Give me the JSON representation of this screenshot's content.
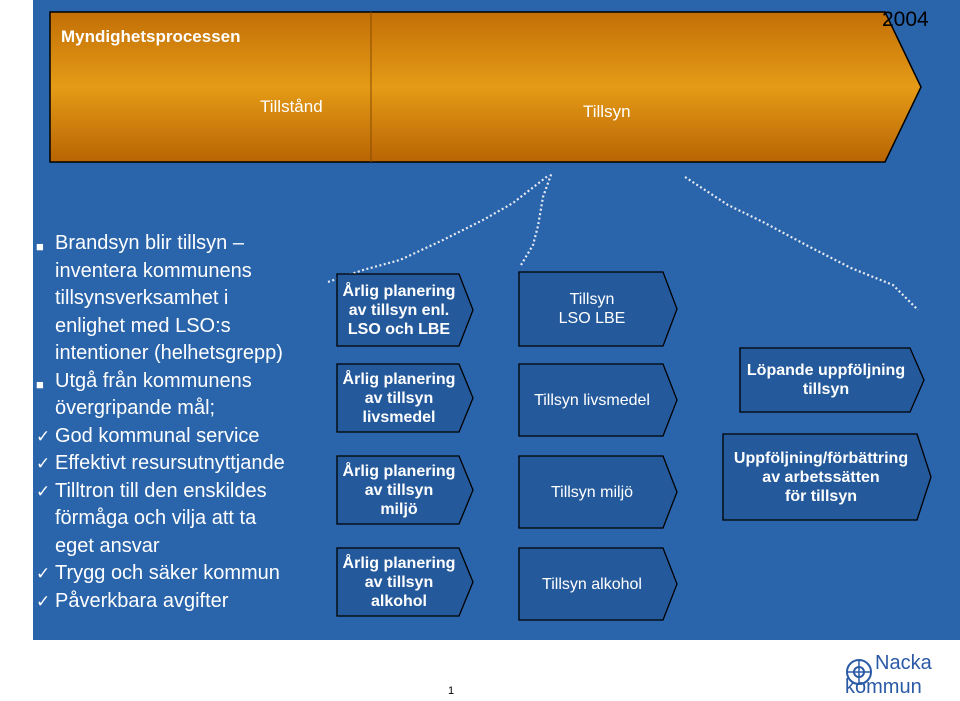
{
  "header": {
    "process_title": "Myndighetsprocessen",
    "year": "2004"
  },
  "arrow": {
    "phase_1": "Tillstånd",
    "phase_2": "Tillsyn"
  },
  "bullets": [
    {
      "marker": "square",
      "text": "Brandsyn blir tillsyn –"
    },
    {
      "marker": "none",
      "text": "inventera kommunens"
    },
    {
      "marker": "none",
      "text": "tillsynsverksamhet i"
    },
    {
      "marker": "none",
      "text": "enlighet med LSO:s"
    },
    {
      "marker": "none",
      "text": "intentioner (helhetsgrepp)"
    },
    {
      "marker": "square",
      "text": "Utgå från kommunens"
    },
    {
      "marker": "none",
      "text": "övergripande mål;"
    },
    {
      "marker": "check",
      "text": "God kommunal service"
    },
    {
      "marker": "check",
      "text": "Effektivt resursutnyttjande"
    },
    {
      "marker": "check",
      "text": "Tilltron till den enskildes"
    },
    {
      "marker": "none",
      "text": "förmåga och vilja att ta"
    },
    {
      "marker": "none",
      "text": "eget ansvar"
    },
    {
      "marker": "check",
      "text": "Trygg och säker kommun"
    },
    {
      "marker": "check",
      "text": "Påverkbara avgifter"
    }
  ],
  "planning": [
    "Årlig planering\nav tillsyn enl.\nLSO och LBE",
    "Årlig planering\nav tillsyn\nlivsmedel",
    "Årlig planering\nav tillsyn\nmiljö",
    "Årlig planering\nav tillsyn\nalkohol"
  ],
  "tillsyn": [
    "Tillsyn\nLSO LBE",
    "Tillsyn livsmedel",
    "Tillsyn miljö",
    "Tillsyn alkohol"
  ],
  "followup": [
    "Löpande uppföljning\ntillsyn",
    "Uppföljning/förbättring\nav arbetssätten\nför tillsyn"
  ],
  "footer": {
    "page_number": "1",
    "logo_text_1": "Nacka",
    "logo_text_2": "kommun"
  },
  "colors": {
    "background": "#2a64aa",
    "arrow_fill": "#d6850a",
    "box_fill": "#245a9b",
    "text": "#ffffff"
  }
}
